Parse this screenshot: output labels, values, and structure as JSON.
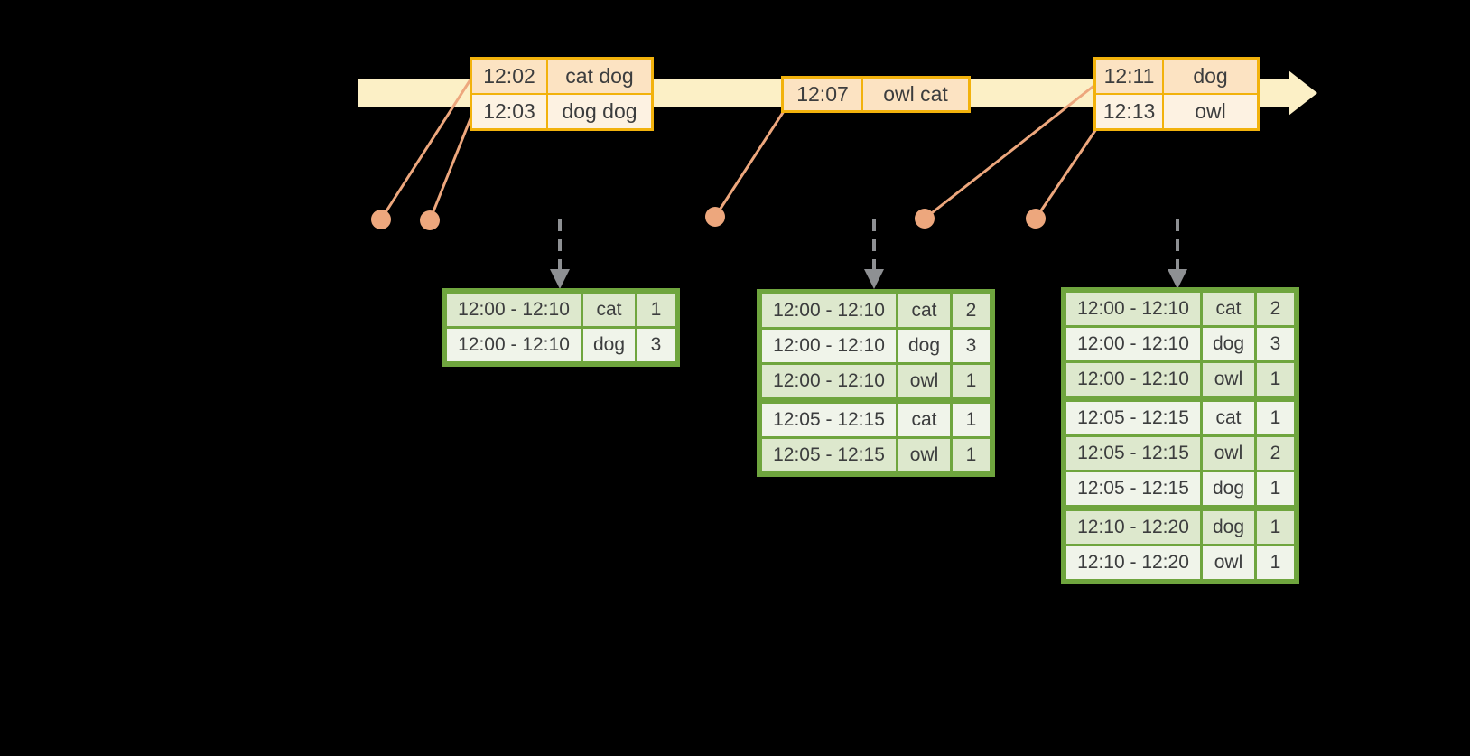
{
  "colors": {
    "timeline_band": "#fcf0c6",
    "event_table_border": "#f2b20c",
    "event_row_dark": "#fce3c2",
    "event_row_light": "#fdf2e2",
    "connector_salmon": "#eda77d",
    "trigger_arrow_gray": "#8e9093",
    "result_table_border": "#6fa53e",
    "result_row_dark": "#dde8cd",
    "result_row_light": "#f0f4ea",
    "text": "#3c3d3e",
    "background": "#000000"
  },
  "event_tables": [
    {
      "col_names": [
        "event-time-cell",
        "words-cell"
      ],
      "rows": [
        [
          "12:02",
          "cat dog"
        ],
        [
          "12:03",
          "dog dog"
        ]
      ]
    },
    {
      "col_names": [
        "event-time-cell",
        "words-cell"
      ],
      "rows": [
        [
          "12:07",
          "owl cat"
        ]
      ]
    },
    {
      "col_names": [
        "event-time-cell",
        "words-cell"
      ],
      "rows": [
        [
          "12:11",
          "dog"
        ],
        [
          "12:13",
          "owl"
        ]
      ]
    }
  ],
  "result_tables": [
    {
      "col_names": [
        "window-cell",
        "word-cell",
        "count-cell"
      ],
      "group_breaks": [],
      "rows": [
        [
          "12:00 - 12:10",
          "cat",
          "1"
        ],
        [
          "12:00 - 12:10",
          "dog",
          "3"
        ]
      ]
    },
    {
      "col_names": [
        "window-cell",
        "word-cell",
        "count-cell"
      ],
      "group_breaks": [
        3
      ],
      "rows": [
        [
          "12:00 - 12:10",
          "cat",
          "2"
        ],
        [
          "12:00 - 12:10",
          "dog",
          "3"
        ],
        [
          "12:00 - 12:10",
          "owl",
          "1"
        ],
        [
          "12:05 - 12:15",
          "cat",
          "1"
        ],
        [
          "12:05 - 12:15",
          "owl",
          "1"
        ]
      ]
    },
    {
      "col_names": [
        "window-cell",
        "word-cell",
        "count-cell"
      ],
      "group_breaks": [
        3,
        6
      ],
      "rows": [
        [
          "12:00 - 12:10",
          "cat",
          "2"
        ],
        [
          "12:00 - 12:10",
          "dog",
          "3"
        ],
        [
          "12:00 - 12:10",
          "owl",
          "1"
        ],
        [
          "12:05 - 12:15",
          "cat",
          "1"
        ],
        [
          "12:05 - 12:15",
          "owl",
          "2"
        ],
        [
          "12:05 - 12:15",
          "dog",
          "1"
        ],
        [
          "12:10 - 12:20",
          "dog",
          "1"
        ],
        [
          "12:10 - 12:20",
          "owl",
          "1"
        ]
      ]
    }
  ]
}
